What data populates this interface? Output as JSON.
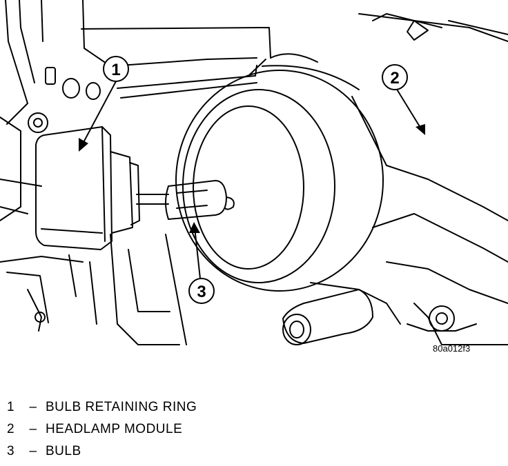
{
  "figure": {
    "code": "80a012f3",
    "callouts": [
      {
        "number": "1"
      },
      {
        "number": "2"
      },
      {
        "number": "3"
      }
    ]
  },
  "legend": [
    {
      "number": "1",
      "separator": "–",
      "label": "BULB RETAINING RING"
    },
    {
      "number": "2",
      "separator": "–",
      "label": "HEADLAMP MODULE"
    },
    {
      "number": "3",
      "separator": "–",
      "label": "BULB"
    }
  ]
}
